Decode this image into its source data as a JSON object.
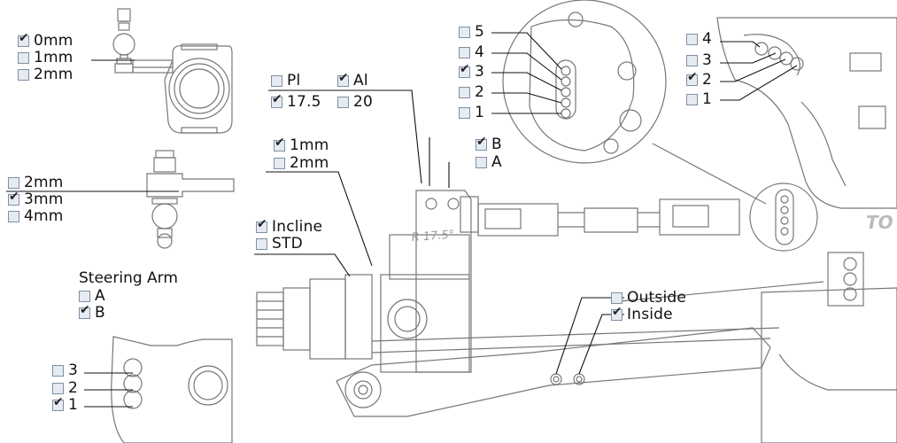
{
  "diagram": {
    "ballstud_spacer": {
      "options": [
        {
          "label": "0mm",
          "checked": true
        },
        {
          "label": "1mm",
          "checked": false
        },
        {
          "label": "2mm",
          "checked": false
        }
      ]
    },
    "lower_spacer": {
      "options": [
        {
          "label": "2mm",
          "checked": false
        },
        {
          "label": "3mm",
          "checked": true
        },
        {
          "label": "4mm",
          "checked": false
        }
      ]
    },
    "steering_arm": {
      "title": "Steering Arm",
      "options": [
        {
          "label": "A",
          "checked": false
        },
        {
          "label": "B",
          "checked": true
        }
      ]
    },
    "steering_arm_holes": {
      "options": [
        {
          "label": "3",
          "checked": false
        },
        {
          "label": "2",
          "checked": false
        },
        {
          "label": "1",
          "checked": true
        }
      ]
    },
    "material": {
      "options": [
        {
          "label": "Pl",
          "checked": false
        },
        {
          "label": "Al",
          "checked": true
        }
      ]
    },
    "caster": {
      "options": [
        {
          "label": "17.5",
          "checked": true
        },
        {
          "label": "20",
          "checked": false
        }
      ]
    },
    "washer": {
      "options": [
        {
          "label": "1mm",
          "checked": true
        },
        {
          "label": "2mm",
          "checked": false
        }
      ]
    },
    "axle_type": {
      "options": [
        {
          "label": "Incline",
          "checked": true
        },
        {
          "label": "STD",
          "checked": false
        }
      ]
    },
    "camber_link_position": {
      "options": [
        {
          "label": "5",
          "checked": false
        },
        {
          "label": "4",
          "checked": false
        },
        {
          "label": "3",
          "checked": true
        },
        {
          "label": "2",
          "checked": false
        },
        {
          "label": "1",
          "checked": false
        }
      ]
    },
    "block_holes": {
      "options": [
        {
          "label": "B",
          "checked": true
        },
        {
          "label": "A",
          "checked": false
        }
      ]
    },
    "tower_position": {
      "options": [
        {
          "label": "4",
          "checked": false
        },
        {
          "label": "3",
          "checked": false
        },
        {
          "label": "2",
          "checked": true
        },
        {
          "label": "1",
          "checked": false
        }
      ]
    },
    "arm_mount": {
      "options": [
        {
          "label": "Outside",
          "checked": false
        },
        {
          "label": "Inside",
          "checked": true
        }
      ]
    },
    "caster_block_marking": "R 17.5°",
    "chassis_marking": "TO",
    "check_glyph": "✔"
  }
}
